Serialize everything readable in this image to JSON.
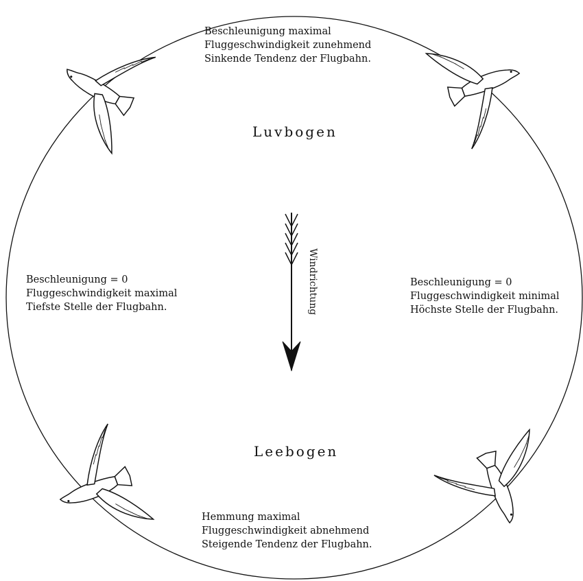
{
  "diagram": {
    "top_label": "Luvbogen",
    "bottom_label": "Leebogen",
    "arrow_label": "Windrichtung",
    "top_text": [
      "Beschleunigung maximal",
      "Fluggeschwindigkeit zunehmend",
      "Sinkende Tendenz der Flugbahn."
    ],
    "left_text": [
      "Beschleunigung = 0",
      "Fluggeschwindigkeit maximal",
      "Tiefste Stelle der Flugbahn."
    ],
    "right_text": [
      "Beschleunigung = 0",
      "Fluggeschwindigkeit minimal",
      "Höchste Stelle der Flugbahn."
    ],
    "bottom_text": [
      "Hemmung maximal",
      "Fluggeschwindigkeit abnehmend",
      "Steigende Tendenz der Flugbahn."
    ],
    "birds": [
      "bird-top-left-icon",
      "bird-top-right-icon",
      "bird-bottom-left-icon",
      "bird-bottom-right-icon"
    ],
    "colors": {
      "line": "#111111",
      "background": "#ffffff"
    }
  }
}
